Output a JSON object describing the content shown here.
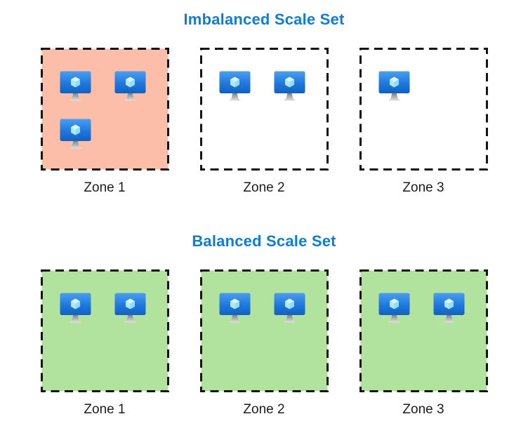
{
  "page": {
    "background": "#ffffff"
  },
  "colors": {
    "title_blue": "#0f7cd6",
    "zone_border": "#141414",
    "label_text": "#1c1c1c",
    "highlight_red": "#fcbda9",
    "highlight_green": "#b2e39e",
    "highlight_none": "#ffffff"
  },
  "icons": {
    "vm": "azure-virtual-machine-icon"
  },
  "sections": [
    {
      "title": "Imbalanced Scale Set",
      "zones": [
        {
          "label": "Zone 1",
          "vm_count": 3,
          "highlight": "red"
        },
        {
          "label": "Zone 2",
          "vm_count": 2,
          "highlight": "none"
        },
        {
          "label": "Zone 3",
          "vm_count": 1,
          "highlight": "none"
        }
      ]
    },
    {
      "title": "Balanced Scale Set",
      "zones": [
        {
          "label": "Zone 1",
          "vm_count": 2,
          "highlight": "green"
        },
        {
          "label": "Zone 2",
          "vm_count": 2,
          "highlight": "green"
        },
        {
          "label": "Zone 3",
          "vm_count": 2,
          "highlight": "green"
        }
      ]
    }
  ]
}
